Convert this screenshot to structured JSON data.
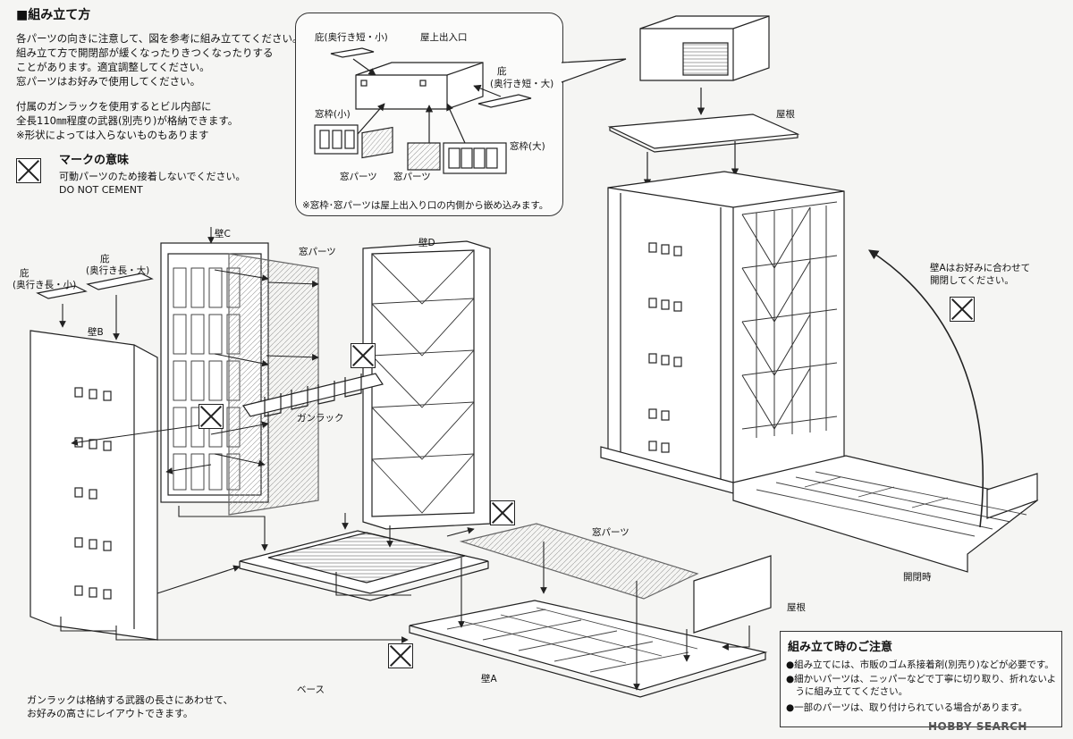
{
  "instructions": {
    "heading": "■組み立て方",
    "lines": [
      "各パーツの向きに注意して、図を参考に組み立ててください。",
      "組み立て方で開閉部が緩くなったりきつくなったりする",
      "ことがあります。適宜調整してください。",
      "窓パーツはお好みで使用してください。"
    ],
    "gunrack_lines": [
      "付属のガンラックを使用するとビル内部に",
      "全長110㎜程度の武器(別売り)が格納できます。",
      "※形状によっては入らないものもあります"
    ]
  },
  "mark_legend": {
    "title": "マークの意味",
    "desc_jp": "可動パーツのため接着しないでください。",
    "desc_en": "DO NOT CEMENT"
  },
  "callout": {
    "roof_exit": "屋上出入口",
    "eave_short_small": "庇(奥行き短・小)",
    "eave_short_large_1": "庇",
    "eave_short_large_2": "(奥行き短・大)",
    "window_frame_small": "窓枠(小)",
    "window_frame_large": "窓枠(大)",
    "window_parts_1": "窓パーツ",
    "window_parts_2": "窓パーツ",
    "note": "※窓枠･窓パーツは屋上出入り口の内側から嵌め込みます。"
  },
  "labels": {
    "roof_top": "屋根",
    "wall_c": "壁C",
    "wall_d": "壁D",
    "wall_b": "壁B",
    "window_parts_c": "窓パーツ",
    "eave_long_small_1": "庇",
    "eave_long_small_2": "(奥行き長・小)",
    "eave_long_large_1": "庇",
    "eave_long_large_2": "(奥行き長・大)",
    "gunrack": "ガンラック",
    "base": "ベース",
    "wall_a": "壁A",
    "window_parts_base": "窓パーツ",
    "roof_bottom": "屋根",
    "wall_a_open_1": "壁Aはお好みに合わせて",
    "wall_a_open_2": "開閉してください。",
    "open_state": "開閉時"
  },
  "bottom_note": [
    "ガンラックは格納する武器の長さにあわせて、",
    "お好みの高さにレイアウトできます。"
  ],
  "notice": {
    "title": "組み立て時のご注意",
    "lines": [
      "●組み立てには、市販のゴム系接着剤(別売り)などが必要です。",
      "●細かいパーツは、ニッパーなどで丁寧に切り取り、折れないよ",
      "　うに組み立ててください。",
      "●一部のパーツは、取り付けられている場合があります。"
    ]
  },
  "watermark": "HOBBY SEARCH",
  "colors": {
    "ink": "#222222",
    "panel": "#ffffff",
    "glass": "#d9d9d9"
  }
}
